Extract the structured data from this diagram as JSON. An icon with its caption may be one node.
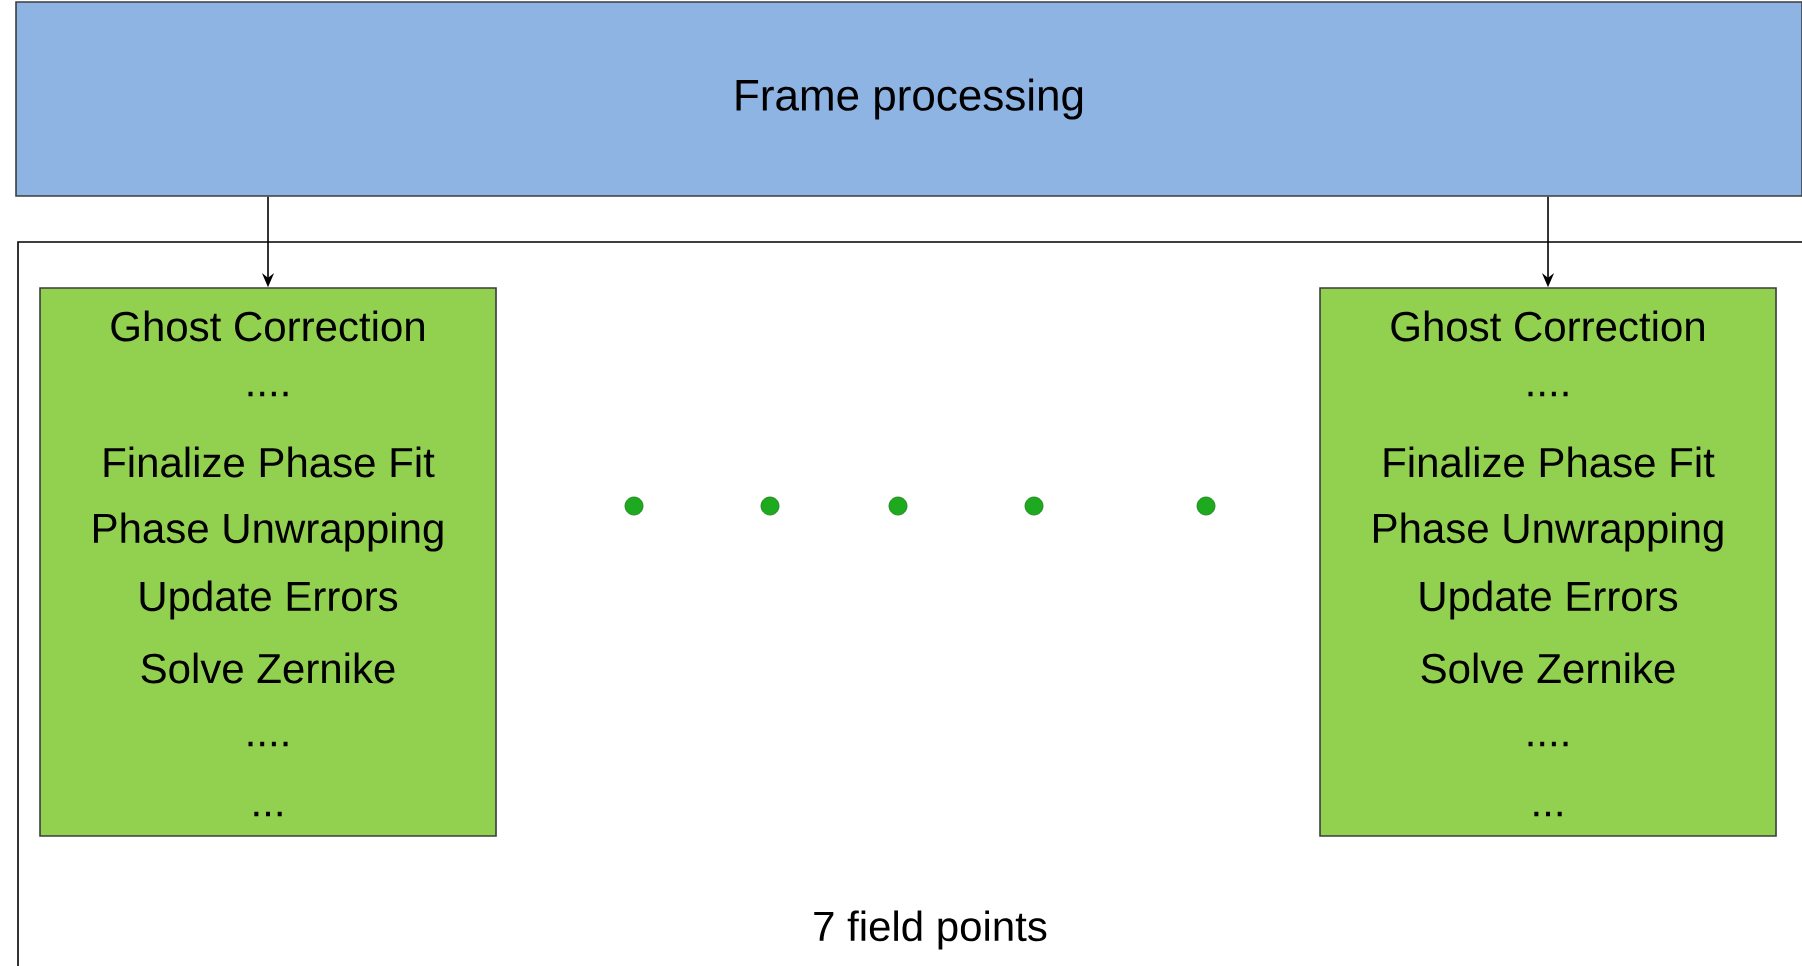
{
  "diagram": {
    "nodes": [
      {
        "text": [
          "Frame processing"
        ]
      },
      {
        "text": [
          "7 field points"
        ]
      },
      {
        "text": [
          "Ghost Correction",
          "....",
          "Finalize Phase Fit",
          "Phase Unwrapping",
          "Update Errors",
          "Solve Zernike",
          "....",
          "..."
        ],
        "in": 1
      },
      {
        "text": [
          "Ghost Correction",
          "....",
          "Finalize Phase Fit",
          "Phase Unwrapping",
          "Update Errors",
          "Solve Zernike",
          "....",
          "..."
        ],
        "in": 1
      }
    ],
    "edges": [
      {
        "from": 0,
        "to": 2,
        "arrow": "to"
      },
      {
        "from": 0,
        "to": 3,
        "arrow": "to"
      }
    ]
  }
}
